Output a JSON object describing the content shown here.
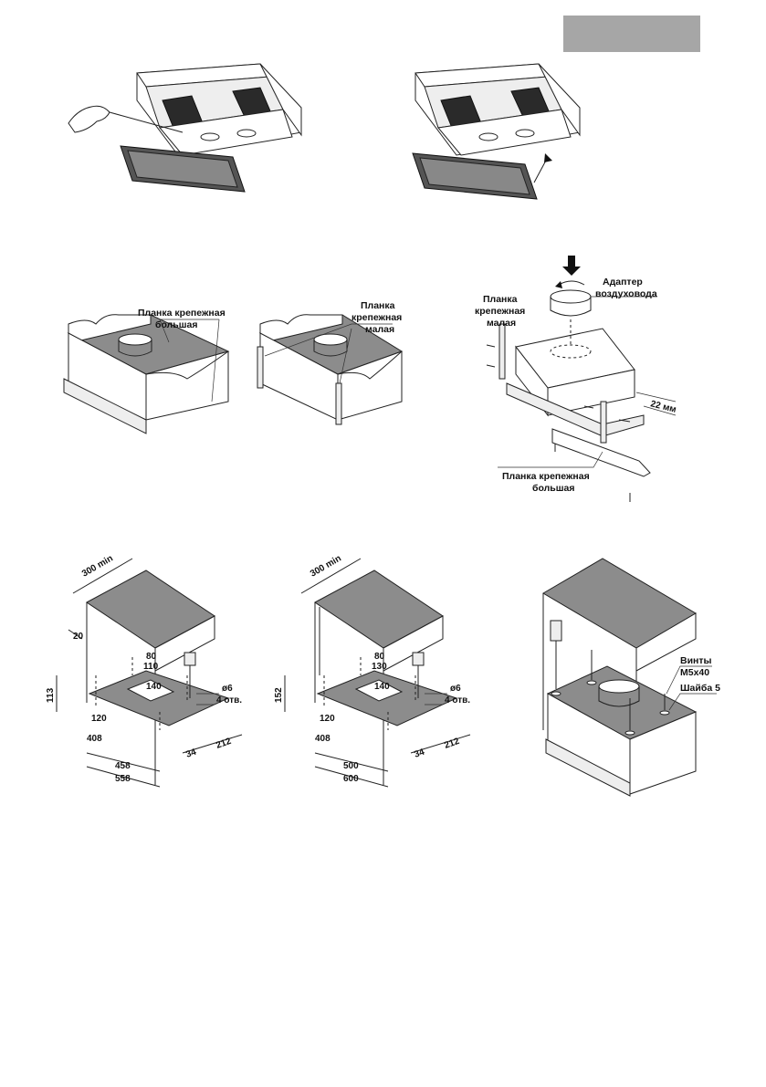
{
  "header_tab": {
    "label": ""
  },
  "figures": {
    "cabinet_large": {
      "label_line1": "Планка крепежная",
      "label_line2": "большая"
    },
    "cabinet_small": {
      "label_line1": "Планка",
      "label_line2": "крепежная",
      "label_line3": "малая"
    },
    "exploded": {
      "small_bar_line1": "Планка",
      "small_bar_line2": "крепежная",
      "small_bar_line3": "малая",
      "adapter_line1": "Адаптер",
      "adapter_line2": "воздуховода",
      "gap": "22 мм",
      "large_bar_line1": "Планка крепежная",
      "large_bar_line2": "большая"
    },
    "template_600": {
      "depth": "300 min",
      "side": "20",
      "d80": "80",
      "d110": "110",
      "d140": "140",
      "height": "113",
      "d120": "120",
      "d408": "408",
      "w_inner": "458",
      "w_outer": "558",
      "d34": "34",
      "d212": "212",
      "hole": "ø6",
      "holes": "4 отв."
    },
    "template_700": {
      "depth": "300 min",
      "d80": "80",
      "d130": "130",
      "d140": "140",
      "height": "152",
      "d120": "120",
      "d408": "408",
      "w_inner": "500",
      "w_outer": "600",
      "d34": "34",
      "d212": "212",
      "hole": "ø6",
      "holes": "4 отв."
    },
    "mounting": {
      "screws_line1": "Винты",
      "screws_line2": "M5x40",
      "washer": "Шайба 5"
    }
  }
}
